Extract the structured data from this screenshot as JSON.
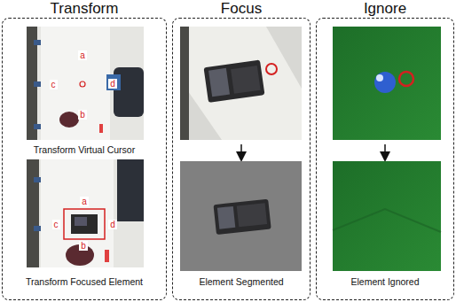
{
  "diagram": {
    "nodes": [
      {
        "text": [
          "Transform"
        ]
      },
      {
        "text": [
          "Focus"
        ]
      },
      {
        "text": [
          "Ignore"
        ]
      }
    ],
    "labels": [
      "Transform Virtual Cursor",
      "a",
      "c",
      "d",
      "b",
      "Transform Focused Element",
      "a",
      "c",
      "d",
      "b",
      "Element Segmented",
      "Element Ignored"
    ]
  }
}
